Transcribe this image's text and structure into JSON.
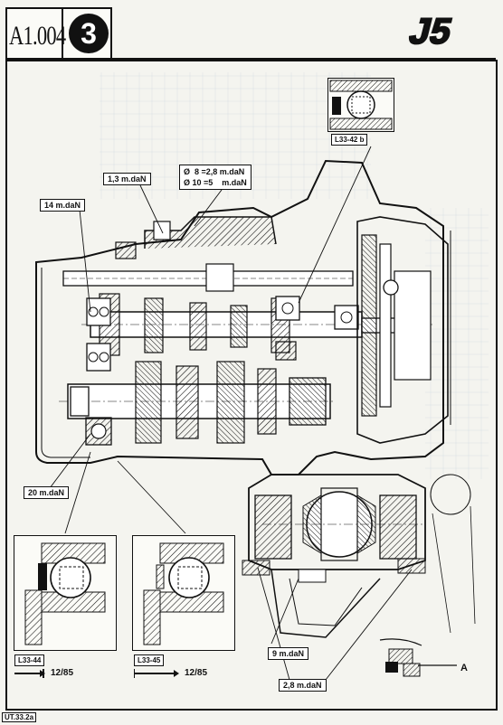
{
  "header": {
    "code": "A1.004",
    "section_number": "3",
    "model_logo": "J5"
  },
  "torque_labels": {
    "t1": "1,3 m.daN",
    "t2_line1": "Ø  8 =2,8 m.daN",
    "t2_line2": "Ø 10 =5    m.daN",
    "t3": "14 m.daN",
    "t4": "20 m.daN",
    "t5": "9 m.daN",
    "t6": "2,8 m.daN"
  },
  "insets": {
    "top_ref": "L33-42  b",
    "left_ref": "L33-44",
    "right_ref": "L33-45",
    "left_date": "12/85",
    "right_date": "12/85",
    "detail_letter": "A"
  },
  "footer": {
    "figure_ref": "UT.33.2a"
  }
}
